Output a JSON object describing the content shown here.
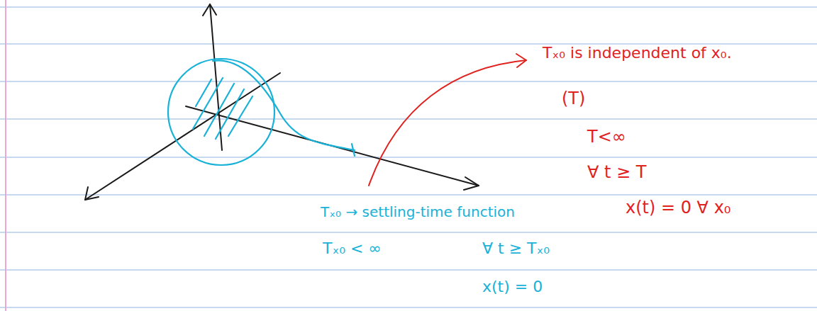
{
  "diagram": {
    "labels": [
      "Tₓ₀ is independent of x₀.",
      "(T)",
      "T<∞",
      "∀ t ≥ T",
      "x(t) = 0 ∀ x₀",
      "Tₓ₀ → settling-time function",
      "Tₓ₀ < ∞",
      "∀ t ≥ Tₓ₀",
      "x(t) = 0"
    ]
  }
}
